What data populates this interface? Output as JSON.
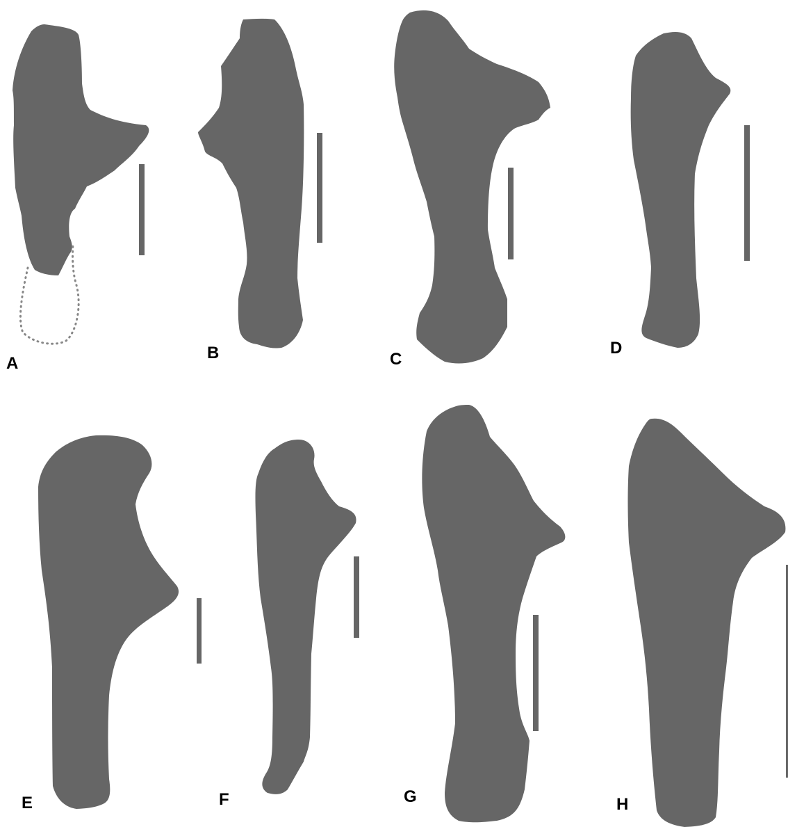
{
  "figure": {
    "fill_color": "#666666",
    "outline_color": "#888888",
    "background": "#ffffff",
    "panels": [
      {
        "id": "A",
        "label": "A"
      },
      {
        "id": "B",
        "label": "B"
      },
      {
        "id": "C",
        "label": "C"
      },
      {
        "id": "D",
        "label": "D"
      },
      {
        "id": "E",
        "label": "E"
      },
      {
        "id": "F",
        "label": "F"
      },
      {
        "id": "G",
        "label": "G"
      },
      {
        "id": "H",
        "label": "H"
      }
    ]
  }
}
